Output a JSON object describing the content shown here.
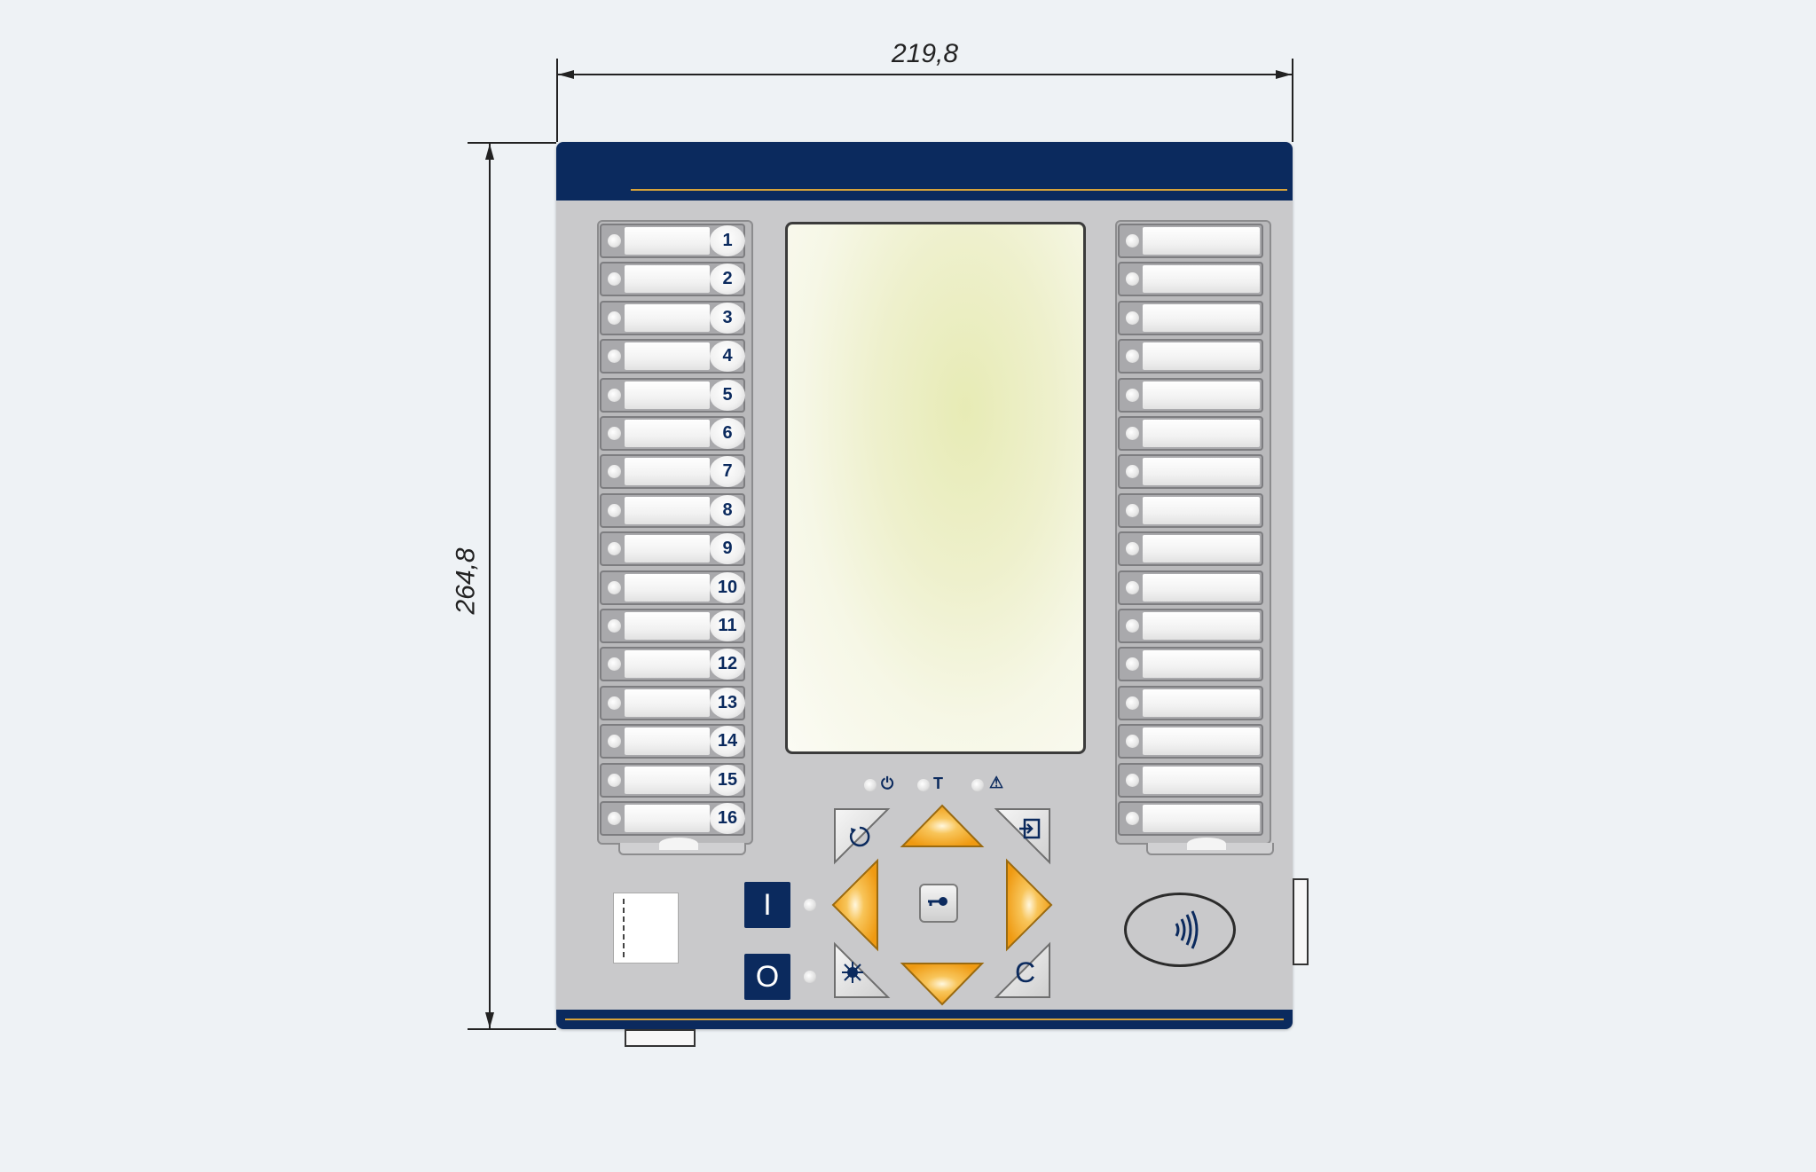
{
  "dimensions": {
    "width_label": "219,8",
    "height_label": "264,8"
  },
  "colors": {
    "navy": "#0b2a5e",
    "gold": "#d8a33a",
    "orange": "#f0a11c",
    "panel": "#c9c9cb"
  },
  "left_keys": [
    "1",
    "2",
    "3",
    "4",
    "5",
    "6",
    "7",
    "8",
    "9",
    "10",
    "11",
    "12",
    "13",
    "14",
    "15",
    "16"
  ],
  "status_indicators": {
    "power": "⏻",
    "trip": "T",
    "warning": "⚠"
  },
  "control_buttons": {
    "on": "I",
    "off": "O",
    "clear": "C"
  },
  "icons": {
    "reset": "reset-arrow-icon",
    "enter": "enter-icon",
    "light": "sun-icon",
    "key": "key-icon",
    "nfc": "nfc-icon",
    "nav_arrows": "orange-arrow-icon"
  }
}
